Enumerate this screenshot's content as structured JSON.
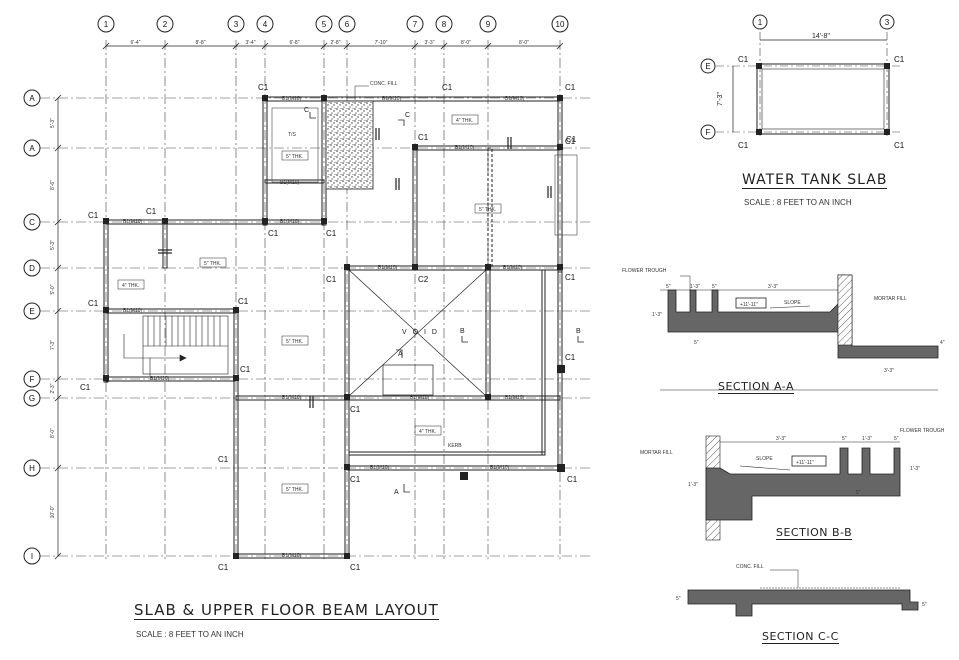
{
  "main_plan": {
    "title": "SLAB & UPPER FLOOR BEAM LAYOUT",
    "scale": "SCALE : 8 FEET TO AN INCH",
    "top_grid": [
      "1",
      "2",
      "3",
      "4",
      "5",
      "6",
      "7",
      "8",
      "9",
      "10"
    ],
    "side_grid": [
      "A",
      "A",
      "C",
      "D",
      "E",
      "F",
      "G",
      "H",
      "I"
    ],
    "top_dims": [
      "6'-4\"",
      "8'-8\"",
      "3'-4\"",
      "6'-8\"",
      "2'-8\"",
      "7'-10\"",
      "3'-3\"",
      "8'-0\"",
      "8'-0\""
    ],
    "side_dims": [
      "5'-3\"",
      "8'-6\"",
      "5'-3\"",
      "5'-0\"",
      "7'-3\"",
      "2'-3\"",
      "8'-0\"",
      "10'-0\""
    ],
    "column_tag": "C1",
    "column_tag_alt": "C2",
    "void_label": "V O I D",
    "conc_fill": "CONC. FILL",
    "slab_labels": [
      "4\" THK.",
      "5\" THK.",
      "5\" THK.",
      "4\" THK.",
      "5\" THK.",
      "5\" THK.",
      "4\" THK.",
      "5\" THK."
    ],
    "ts_label": "T/S",
    "kerb_label": "KERB",
    "section_marks": [
      "A",
      "A",
      "B",
      "B",
      "C",
      "C"
    ]
  },
  "water_tank": {
    "title": "WATER TANK SLAB",
    "scale": "SCALE : 8 FEET TO AN INCH",
    "grid_top": [
      "1",
      "3"
    ],
    "grid_side": [
      "E",
      "F"
    ],
    "dim_width": "14'-8\"",
    "dim_height": "7'-3\"",
    "column_tag": "C1"
  },
  "section_aa": {
    "title": "SECTION A-A",
    "flower_trough": "FLOWER TROUGH",
    "slope": "SLOPE",
    "mortar_fill": "MORTAR FILL",
    "level": "+11'-11\"",
    "dims": [
      "5\"",
      "1'-3\"",
      "5\"",
      "3'-3\"",
      "1'-3\"",
      "5\"",
      "4\"",
      "3'-3\""
    ]
  },
  "section_bb": {
    "title": "SECTION B-B",
    "flower_trough": "FLOWER TROUGH",
    "slope": "SLOPE",
    "mortar_fill": "MORTAR FILL",
    "level": "+11'-11\"",
    "dims": [
      "3'-3\"",
      "5\"",
      "1'-3\"",
      "5\"",
      "1'-3\"",
      "1'-3\"",
      "5\""
    ]
  },
  "section_cc": {
    "title": "SECTION C-C",
    "conc_fill": "CONC. FILL",
    "dims": [
      "5\"",
      "5\""
    ]
  }
}
